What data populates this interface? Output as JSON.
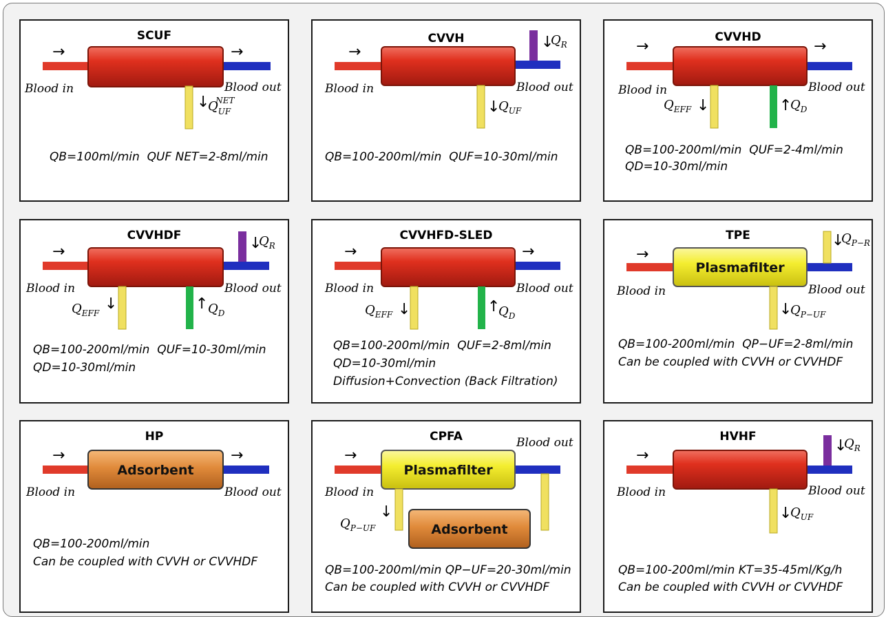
{
  "arrow_down": "↓",
  "arrow_up": "↑",
  "colors": {
    "filter_red": "#e0301e",
    "plasmafilter_yellow": "#f4ee30",
    "adsorbent_orange": "#e08a3a",
    "blood_in_line": "#e03a2a",
    "blood_out_line": "#1f2fbf",
    "effluent_yellow": "#f0e060",
    "dialysate_green": "#22b34a",
    "replacement_purple": "#7a2e9e"
  },
  "panels": {
    "scuf": {
      "title": "SCUF",
      "blood_in": "Blood in",
      "blood_out": "Blood out",
      "q_label": "Q",
      "q_sub": "UF",
      "q_sup": "NET",
      "line1": "QB=100ml/min  QUF NET=2-8ml/min"
    },
    "cvvh": {
      "title": "CVVH",
      "blood_in": "Blood in",
      "blood_out": "Blood out",
      "qr_label": "Q",
      "qr_sub": "R",
      "quf_label": "Q",
      "quf_sub": "UF",
      "line1": "QB=100-200ml/min  QUF=10-30ml/min"
    },
    "cvvhd": {
      "title": "CVVHD",
      "blood_in": "Blood in",
      "blood_out": "Blood out",
      "qeff_label": "Q",
      "qeff_sub": "EFF",
      "qd_label": "Q",
      "qd_sub": "D",
      "line1": "QB=100-200ml/min  QUF=2-4ml/min",
      "line2": "QD=10-30ml/min"
    },
    "cvvhdf": {
      "title": "CVVHDF",
      "blood_in": "Blood in",
      "blood_out": "Blood out",
      "qr_label": "Q",
      "qr_sub": "R",
      "qeff_label": "Q",
      "qeff_sub": "EFF",
      "qd_label": "Q",
      "qd_sub": "D",
      "line1": "QB=100-200ml/min  QUF=10-30ml/min",
      "line2": "QD=10-30ml/min"
    },
    "cvvhfd_sled": {
      "title": "CVVHFD-SLED",
      "blood_in": "Blood in",
      "blood_out": "Blood out",
      "qeff_label": "Q",
      "qeff_sub": "EFF",
      "qd_label": "Q",
      "qd_sub": "D",
      "line1": "QB=100-200ml/min  QUF=2-8ml/min",
      "line2": "QD=10-30ml/min",
      "line3": "Diffusion+Convection (Back Filtration)"
    },
    "tpe": {
      "title": "TPE",
      "filter": "Plasmafilter",
      "blood_in": "Blood in",
      "blood_out": "Blood out",
      "qpr_label": "Q",
      "qpr_sub": "P−R",
      "qpuf_label": "Q",
      "qpuf_sub": "P−UF",
      "line1": "QB=100-200ml/min  QP−UF=2-8ml/min",
      "line2": "Can be coupled with CVVH or CVVHDF"
    },
    "hp": {
      "title": "HP",
      "filter": "Adsorbent",
      "blood_in": "Blood in",
      "blood_out": "Blood out",
      "line1": "QB=100-200ml/min",
      "line2": "Can be coupled with CVVH or CVVHDF"
    },
    "cpfa": {
      "title": "CPFA",
      "filter": "Plasmafilter",
      "adsorbent": "Adsorbent",
      "blood_in": "Blood in",
      "blood_out": "Blood out",
      "qpuf_label": "Q",
      "qpuf_sub": "P−UF",
      "line1": "QB=100-200ml/min QP−UF=20-30ml/min",
      "line2": "Can be coupled with CVVH or CVVHDF"
    },
    "hvhf": {
      "title": "HVHF",
      "blood_in": "Blood in",
      "blood_out": "Blood out",
      "qr_label": "Q",
      "qr_sub": "R",
      "quf_label": "Q",
      "quf_sub": "UF",
      "line1": "QB=100-200ml/min KT=35-45ml/Kg/h",
      "line2": "Can be coupled with CVVH or CVVHDF"
    }
  }
}
